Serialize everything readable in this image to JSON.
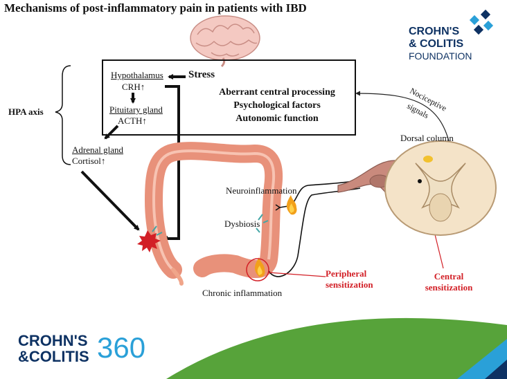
{
  "title": "Mechanisms of post-inflammatory pain in patients with IBD",
  "colors": {
    "navy": "#0e3263",
    "blue": "#2aa0d8",
    "green": "#57a33a",
    "red": "#d21f26",
    "colon": "#f0a58a",
    "colon_dark": "#d9826a"
  },
  "hpa": {
    "bracket_label": "HPA axis",
    "hypothalamus": "Hypothalamus",
    "crh": "CRH",
    "stress": "Stress",
    "pituitary": "Pituitary gland",
    "acth": "ACTH",
    "adrenal": "Adrenal gland",
    "cortisol": "Cortisol",
    "up_arrow": "↑"
  },
  "central_box": {
    "line1": "Aberrant central processing",
    "line2": "Psychological factors",
    "line3": "Autonomic function"
  },
  "labels": {
    "nociceptive": "Nociceptive",
    "signals": "signals",
    "dorsal_column": "Dorsal column",
    "neuroinflammation": "Neuroinflammation",
    "dysbiosis": "Dysbiosis",
    "chronic_inflammation": "Chronic inflammation",
    "peripheral_1": "Peripheral",
    "peripheral_2": "sensitization",
    "central_1": "Central",
    "central_2": "sensitization"
  },
  "logo_top": {
    "line1": "CROHN'S",
    "line2": "& COLITIS",
    "line3": "FOUNDATION",
    "icon": "crohns-colitis-logo-icon"
  },
  "logo_bottom": {
    "line1": "CROHN'S",
    "line2": "&COLITIS",
    "number": "360"
  }
}
